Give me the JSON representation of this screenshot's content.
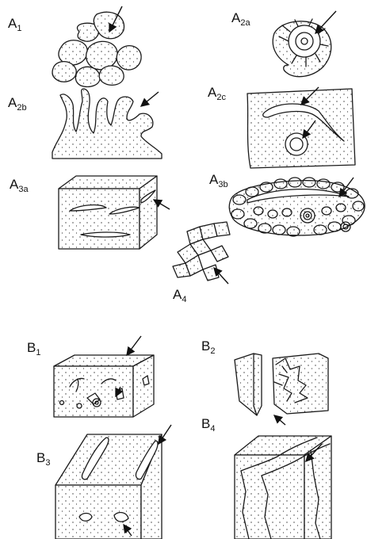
{
  "figure": {
    "panels": [
      {
        "key": "A1",
        "main": "A",
        "sub": "1"
      },
      {
        "key": "A2a",
        "main": "A",
        "sub": "2a"
      },
      {
        "key": "A2b",
        "main": "A",
        "sub": "2b"
      },
      {
        "key": "A2c",
        "main": "A",
        "sub": "2c"
      },
      {
        "key": "A3a",
        "main": "A",
        "sub": "3a"
      },
      {
        "key": "A3b",
        "main": "A",
        "sub": "3b"
      },
      {
        "key": "A4",
        "main": "A",
        "sub": "4"
      },
      {
        "key": "B1",
        "main": "B",
        "sub": "1"
      },
      {
        "key": "B2",
        "main": "B",
        "sub": "2"
      },
      {
        "key": "B3",
        "main": "B",
        "sub": "3"
      },
      {
        "key": "B4",
        "main": "B",
        "sub": "4"
      }
    ]
  }
}
